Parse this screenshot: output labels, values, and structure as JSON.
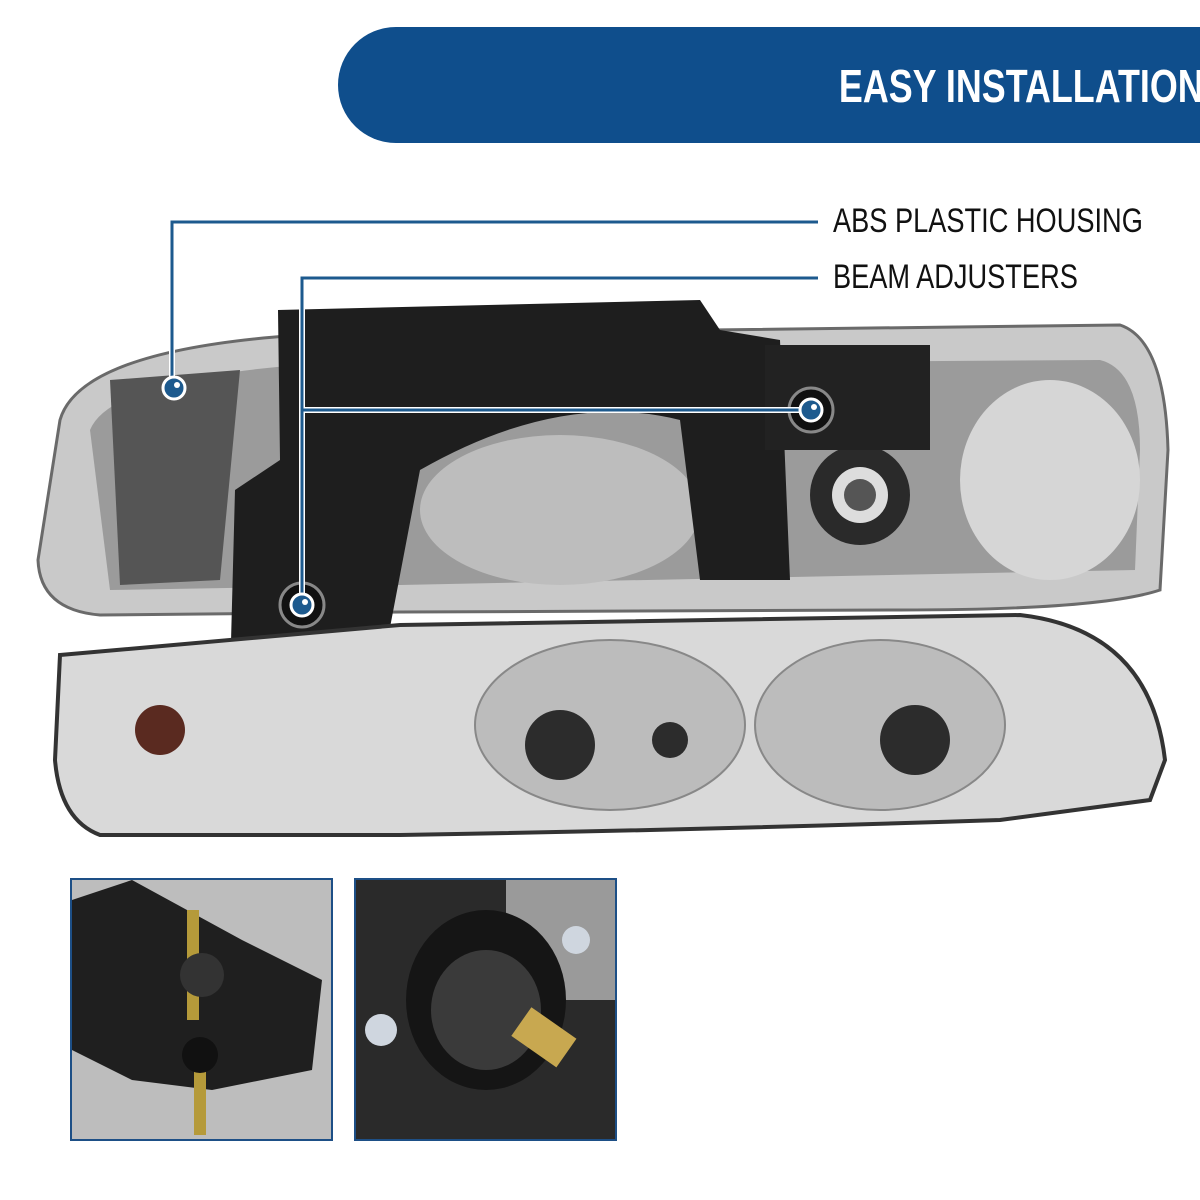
{
  "banner": {
    "title": "EASY INSTALLATION",
    "color": "#0f4e8c"
  },
  "callouts": [
    {
      "label": "ABS PLASTIC HOUSING"
    },
    {
      "label": "BEAM ADJUSTERS"
    }
  ],
  "accent_line_color": "#1d5a8e",
  "insets": [
    {
      "subject": "beam-adjuster-closeup-1"
    },
    {
      "subject": "beam-adjuster-closeup-2"
    }
  ]
}
